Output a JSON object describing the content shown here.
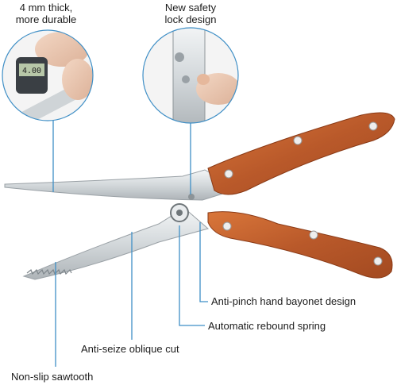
{
  "callouts": {
    "thickness": {
      "line1": "4 mm thick,",
      "line2": "more durable"
    },
    "lock": {
      "line1": "New safety",
      "line2": "lock design"
    },
    "bayonet": "Anti-pinch hand bayonet design",
    "spring": "Automatic rebound spring",
    "oblique": "Anti-seize oblique cut",
    "sawtooth": "Non-slip sawtooth"
  },
  "gauge_reading": "4.00",
  "colors": {
    "accent_line": "#3f8fc6",
    "handle_wood": "#c0642d",
    "blade_steel": "#d9dde0"
  }
}
